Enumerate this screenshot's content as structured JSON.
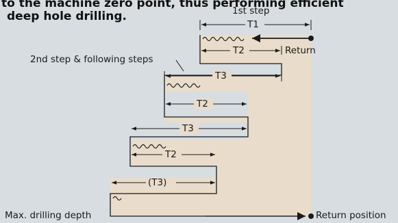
{
  "intro_text": {
    "line1": "to the machine zero point, thus performing efficient",
    "line2": "deep hole drilling."
  },
  "labels": {
    "first_step": "1st step",
    "second_step": "2nd step & following steps",
    "return": "Return",
    "max_depth": "Max. drilling depth",
    "return_position": "Return position"
  },
  "dimensions": {
    "t1": "T1",
    "t2_first": "T2",
    "t3_first": "T3",
    "t2_second": "T2",
    "t3_second": "T3",
    "t2_third": "T2",
    "t3_last": "(T3)"
  },
  "colors": {
    "background": "#d7dde1",
    "shaded_region": "#e9dccb",
    "outline": "#1a1a1a"
  }
}
